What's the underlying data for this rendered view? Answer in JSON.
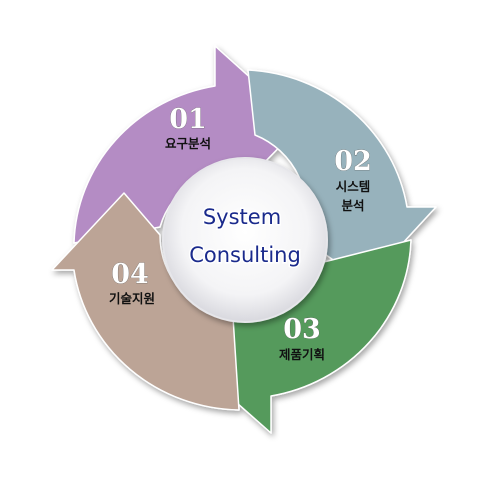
{
  "center": {
    "line1": "System",
    "line2": "Consulting"
  },
  "steps": [
    {
      "number": "01",
      "label_lines": [
        "요구분석"
      ],
      "color": "#b48cc4"
    },
    {
      "number": "02",
      "label_lines": [
        "시스템",
        "분석"
      ],
      "color": "#97b2bc"
    },
    {
      "number": "03",
      "label_lines": [
        "제품기획"
      ],
      "color": "#559a5c"
    },
    {
      "number": "04",
      "label_lines": [
        "기술지원"
      ],
      "color": "#bca496"
    }
  ]
}
